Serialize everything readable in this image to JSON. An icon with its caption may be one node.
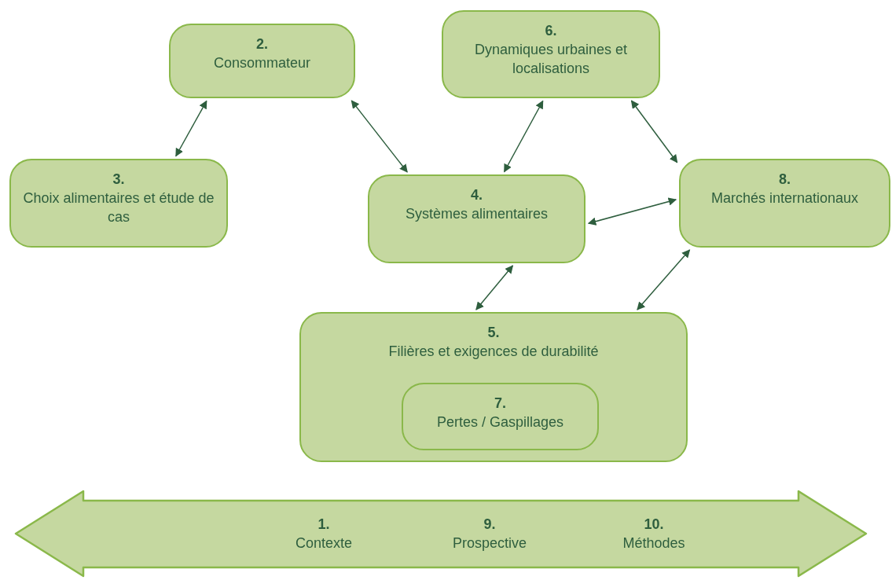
{
  "diagram": {
    "nodes": [
      {
        "text": [
          "2.",
          "Consommateur"
        ]
      },
      {
        "text": [
          "6.",
          "Dynamiques urbaines et localisations"
        ]
      },
      {
        "text": [
          "3.",
          "Choix alimentaires et étude de cas"
        ]
      },
      {
        "text": [
          "4.",
          "Systèmes alimentaires"
        ]
      },
      {
        "text": [
          "8.",
          "Marchés internationaux"
        ]
      },
      {
        "text": [
          "5.",
          "Filières et exigences de durabilité"
        ]
      },
      {
        "text": [
          "7.",
          "Pertes / Gaspillages"
        ],
        "in": 5
      },
      {
        "text": [
          "1.",
          "Contexte",
          "9.",
          "Prospective",
          "10.",
          "Méthodes"
        ]
      }
    ],
    "edges": [
      {
        "from": 0,
        "to": 2,
        "arrow": "both"
      },
      {
        "from": 0,
        "to": 3,
        "arrow": "both"
      },
      {
        "from": 1,
        "to": 3,
        "arrow": "both"
      },
      {
        "from": 1,
        "to": 4,
        "arrow": "both"
      },
      {
        "from": 3,
        "to": 4,
        "arrow": "both"
      },
      {
        "from": 3,
        "to": 5,
        "arrow": "both"
      },
      {
        "from": 4,
        "to": 5,
        "arrow": "both"
      }
    ]
  }
}
